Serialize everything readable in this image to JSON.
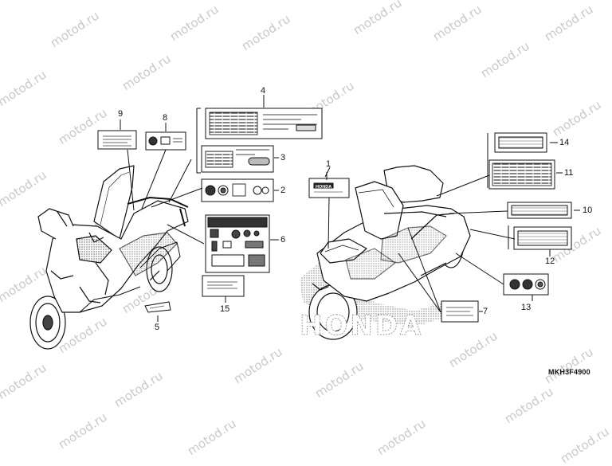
{
  "watermark": "motod.ru",
  "diagram_code": "MKH3F4900",
  "callouts": [
    "1",
    "2",
    "3",
    "4",
    "5",
    "6",
    "7",
    "8",
    "9",
    "10",
    "11",
    "12",
    "13",
    "14",
    "15"
  ],
  "brand_text": "HONDA",
  "label_logo_text": "HONDA"
}
